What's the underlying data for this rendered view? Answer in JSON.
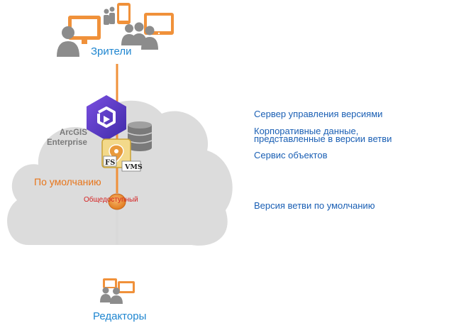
{
  "labels": {
    "viewers": "Зрители",
    "editors": "Редакторы",
    "arcgis_line1": "ArcGIS",
    "arcgis_line2": "Enterprise",
    "default_version": "По умолчанию",
    "public": "Общедоступный",
    "fs_badge": "FS",
    "vms_badge": "VMS"
  },
  "legend": {
    "version_management_server": "Сервер управления версиями",
    "enterprise_data_line1": "Корпоративные данные,",
    "enterprise_data_line2": "представленные в версии ветви",
    "feature_service": "Сервис объектов",
    "default_branch_version": "Версия ветви по умолчанию"
  },
  "colors": {
    "accent_orange": "#f0913a",
    "label_blue": "#1f86d0",
    "legend_blue": "#1a5fb4",
    "cloud_gray": "#dcdcdc",
    "person_gray": "#8c8c8c",
    "portal_purple": "#5b3fc4",
    "public_red": "#d42222"
  },
  "icons": [
    "monitor-icon",
    "tablet-icon",
    "person-icon",
    "arcgis-enterprise-icon",
    "database-icon",
    "feature-service-icon"
  ]
}
